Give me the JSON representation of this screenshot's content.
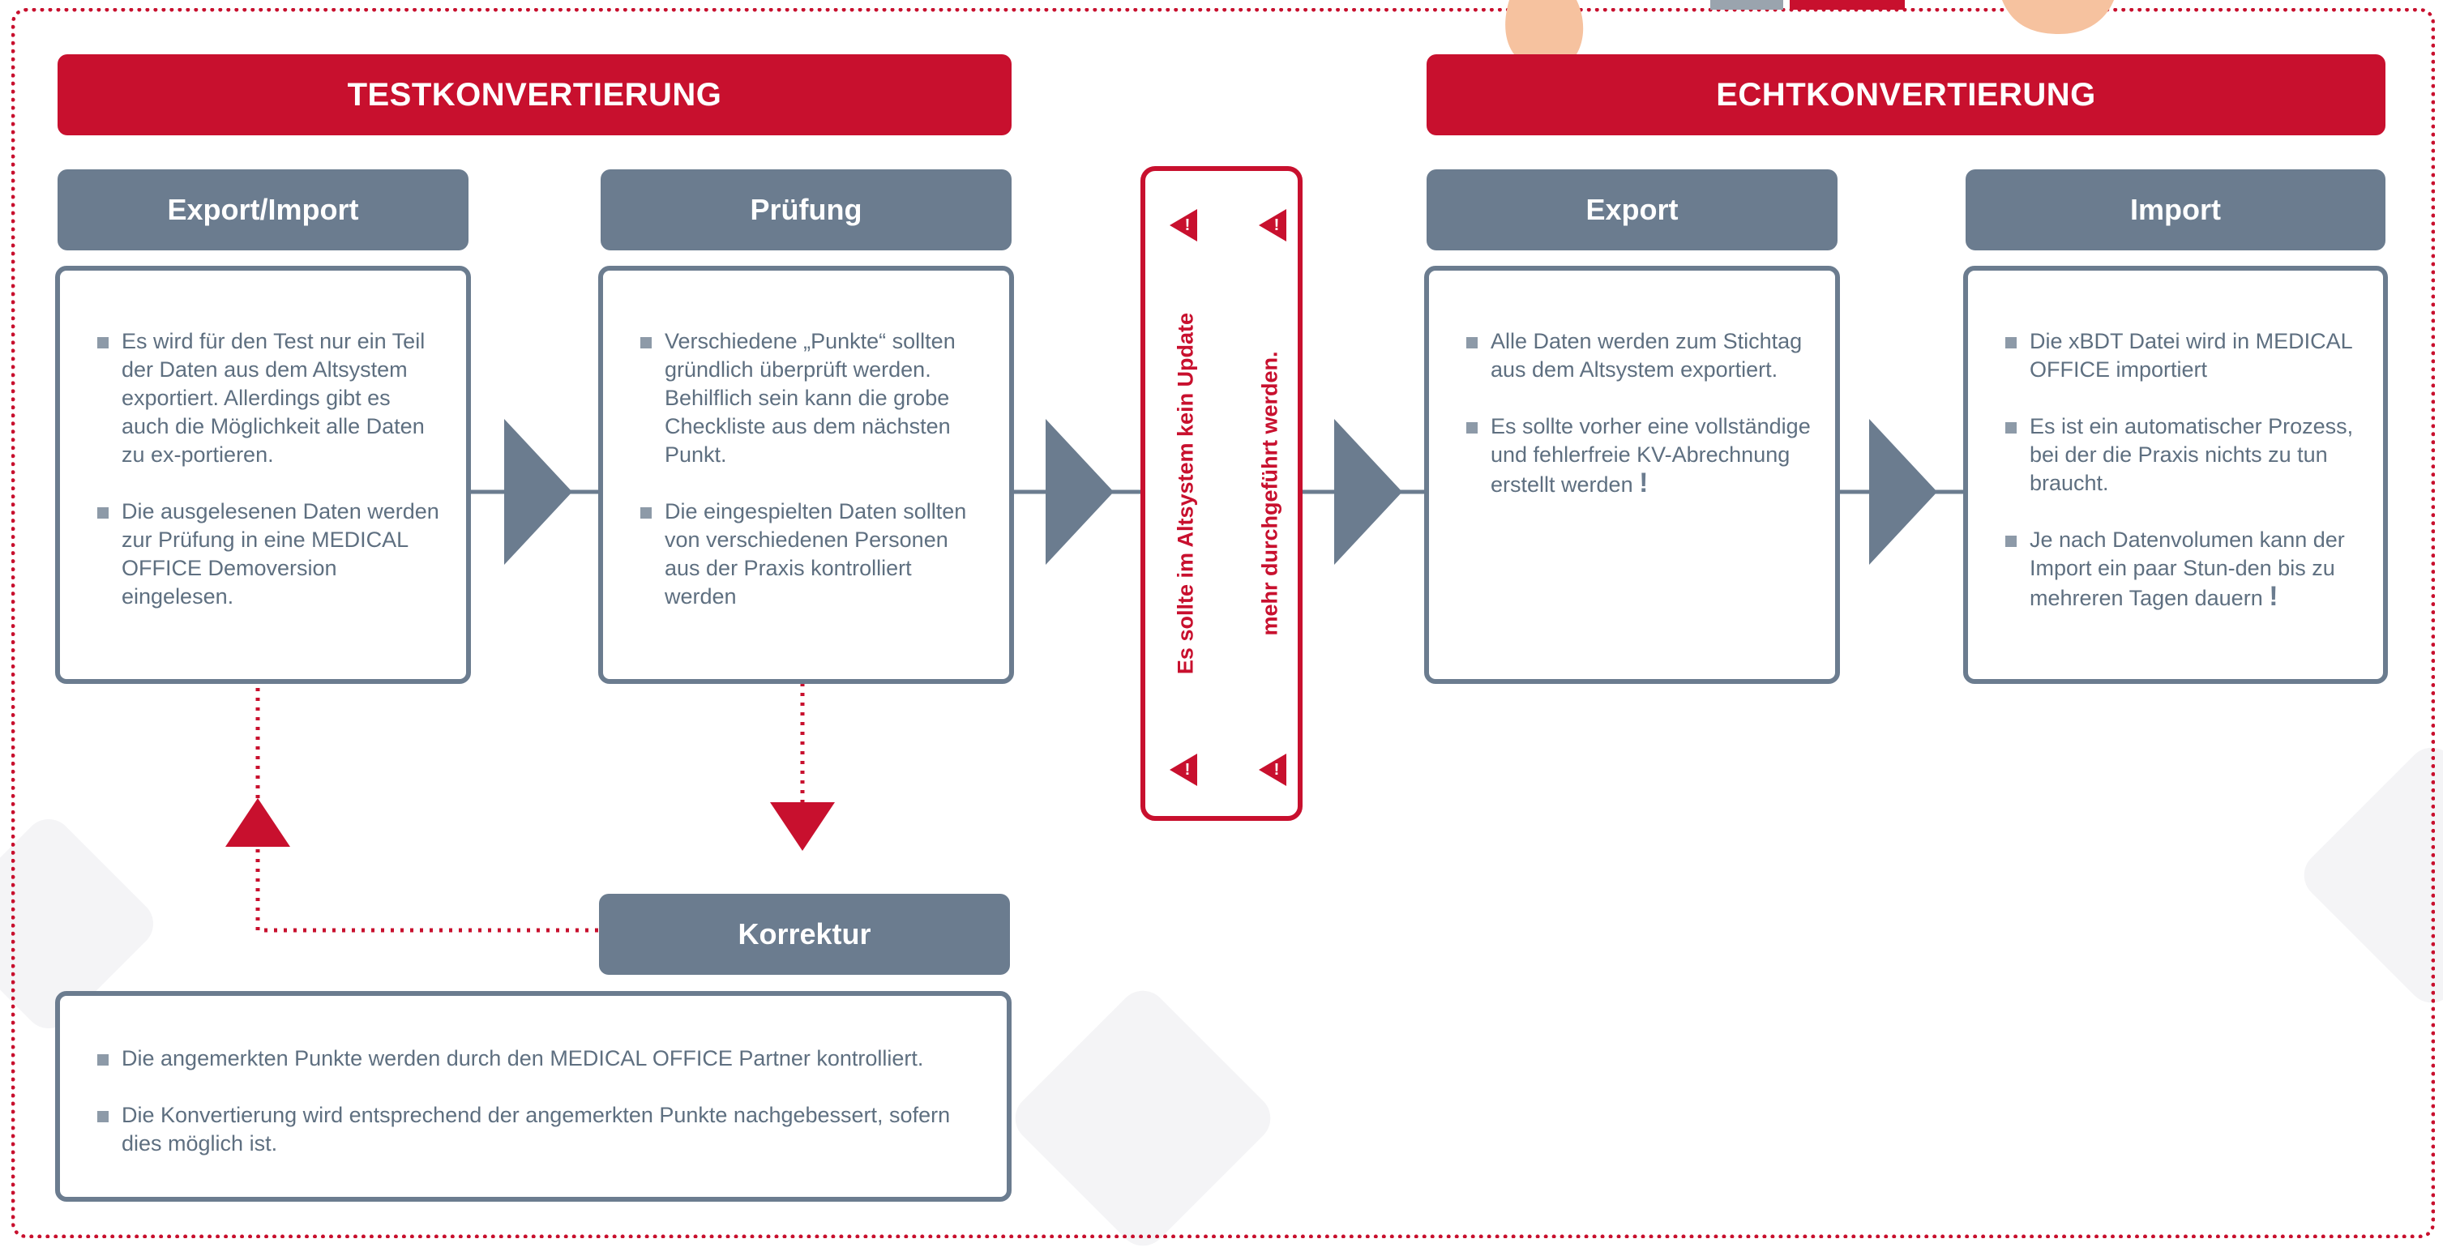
{
  "test": {
    "title": "TESTKONVERTIERUNG",
    "steps": [
      {
        "label": "Export/Import",
        "items": [
          "Es wird für den Test nur ein Teil der Daten aus dem Altsystem exportiert. Allerdings gibt es auch die Möglichkeit alle Daten zu ex-portieren.",
          "Die ausgelesenen Daten werden zur Prüfung in eine MEDICAL OFFICE Demoversion eingelesen."
        ]
      },
      {
        "label": "Prüfung",
        "items": [
          "Verschiedene „Punkte“ sollten gründlich überprüft werden. Behilflich sein kann die grobe Checkliste aus dem nächsten Punkt.",
          "Die eingespielten Daten sollten von verschiedenen Personen aus der Praxis kontrolliert werden"
        ]
      }
    ],
    "correction": {
      "label": "Korrektur",
      "items": [
        "Die angemerkten Punkte werden durch den MEDICAL OFFICE Partner kontrolliert.",
        "Die Konvertierung wird entsprechend der angemerkten Punkte nachgebessert, sofern dies möglich ist."
      ]
    }
  },
  "warning": {
    "line1": "Es sollte im Altsystem kein Update",
    "line2": "mehr durchgeführt werden."
  },
  "real": {
    "title": "ECHTKONVERTIERUNG",
    "steps": [
      {
        "label": "Export",
        "items": [
          "Alle Daten werden zum Stichtag aus dem Altsystem exportiert.",
          "Es sollte vorher eine vollständige und fehlerfreie KV-Abrechnung erstellt werden",
          "!"
        ]
      },
      {
        "label": "Import",
        "items": [
          "Die xBDT Datei wird  in MEDICAL OFFICE importiert",
          "Es ist ein automatischer Prozess, bei der die Praxis nichts zu tun braucht.",
          "Je nach Datenvolumen kann der Import ein paar Stun-den bis zu mehreren Tagen dauern",
          "!"
        ]
      }
    ]
  },
  "colors": {
    "accent": "#c8102e",
    "header": "#6b7c8f",
    "text": "#5e6f80"
  },
  "icons": [
    "warning-triangle-icon",
    "flow-arrow-icon",
    "pointing-hand-icon"
  ]
}
